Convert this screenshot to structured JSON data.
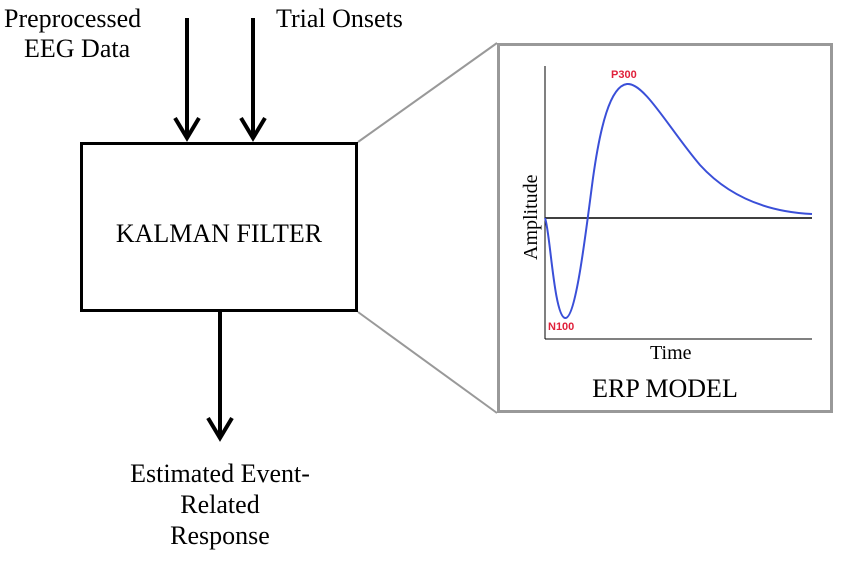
{
  "inputs": {
    "eeg_line1": "Preprocessed",
    "eeg_line2": "EEG Data",
    "onsets": "Trial Onsets"
  },
  "filter": {
    "label": "KALMAN FILTER"
  },
  "output": {
    "line1": "Estimated Event-",
    "line2": "Related",
    "line3": "Response"
  },
  "erp_model": {
    "title": "ERP MODEL",
    "xlabel": "Time",
    "ylabel": "Amplitude",
    "peaks": {
      "negative": "N100",
      "positive": "P300"
    },
    "colors": {
      "curve": "#3a4fd8",
      "peak_labels": "#e0213b",
      "panel_border": "#999999"
    }
  }
}
